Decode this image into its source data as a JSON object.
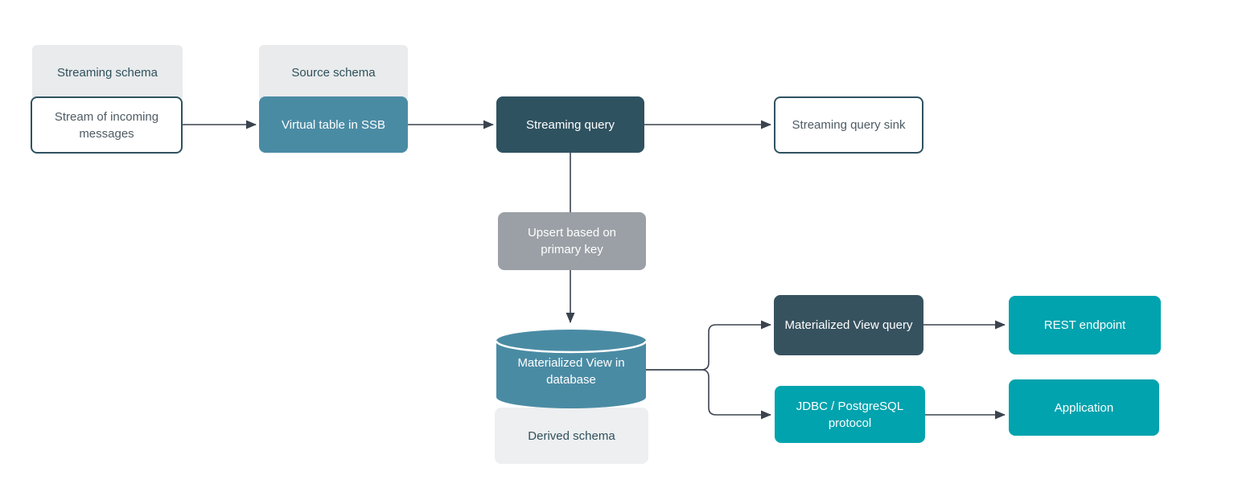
{
  "diagram": {
    "schema_labels": {
      "streaming": "Streaming schema",
      "source": "Source schema",
      "derived": "Derived schema"
    },
    "nodes": {
      "stream": {
        "label": "Stream of incoming messages"
      },
      "virtual_table": {
        "label": "Virtual table in SSB"
      },
      "streaming_query": {
        "label": "Streaming query"
      },
      "streaming_query_sink": {
        "label": "Streaming query sink"
      },
      "upsert": {
        "label": "Upsert based on primary key"
      },
      "materialized_view_db": {
        "label": "Materialized View in database"
      },
      "materialized_view_query": {
        "label": "Materialized View query"
      },
      "rest_endpoint": {
        "label": "REST endpoint"
      },
      "jdbc": {
        "label": "JDBC / PostgreSQL protocol"
      },
      "application": {
        "label": "Application"
      }
    },
    "colors": {
      "teal": "#4a8ba4",
      "dark_slate": "#2f5260",
      "cyan": "#00a3ae",
      "gray": "#9aa0a6",
      "light_gray": "#e9ebec",
      "arrow": "#3a434e",
      "white": "#ffffff"
    }
  }
}
